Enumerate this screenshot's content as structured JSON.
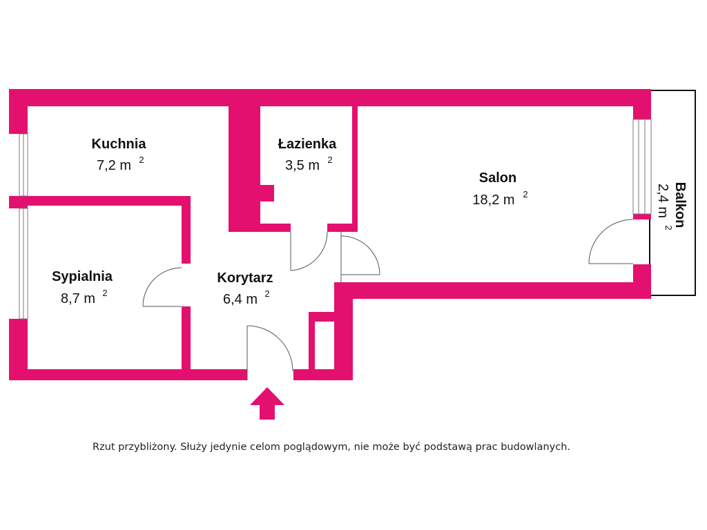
{
  "colors": {
    "wall": "#e3106f",
    "line": "#7a7a7a",
    "text": "#111111"
  },
  "rooms": [
    {
      "id": "kuchnia",
      "name": "Kuchnia",
      "area": "7,2 m",
      "sup": "2"
    },
    {
      "id": "lazienka",
      "name": "Łazienka",
      "area": "3,5 m",
      "sup": "2"
    },
    {
      "id": "salon",
      "name": "Salon",
      "area": "18,2 m",
      "sup": "2"
    },
    {
      "id": "sypialnia",
      "name": "Sypialnia",
      "area": "8,7 m",
      "sup": "2"
    },
    {
      "id": "korytarz",
      "name": "Korytarz",
      "area": "6,4 m",
      "sup": "2"
    },
    {
      "id": "balkon",
      "name": "Balkon",
      "area": "2,4 m",
      "sup": "2"
    }
  ],
  "entrance": {
    "icon": "entrance-arrow-icon"
  },
  "disclaimer": "Rzut przybliżony. Służy jedynie celom poglądowym, nie może być podstawą prac budowlanych."
}
